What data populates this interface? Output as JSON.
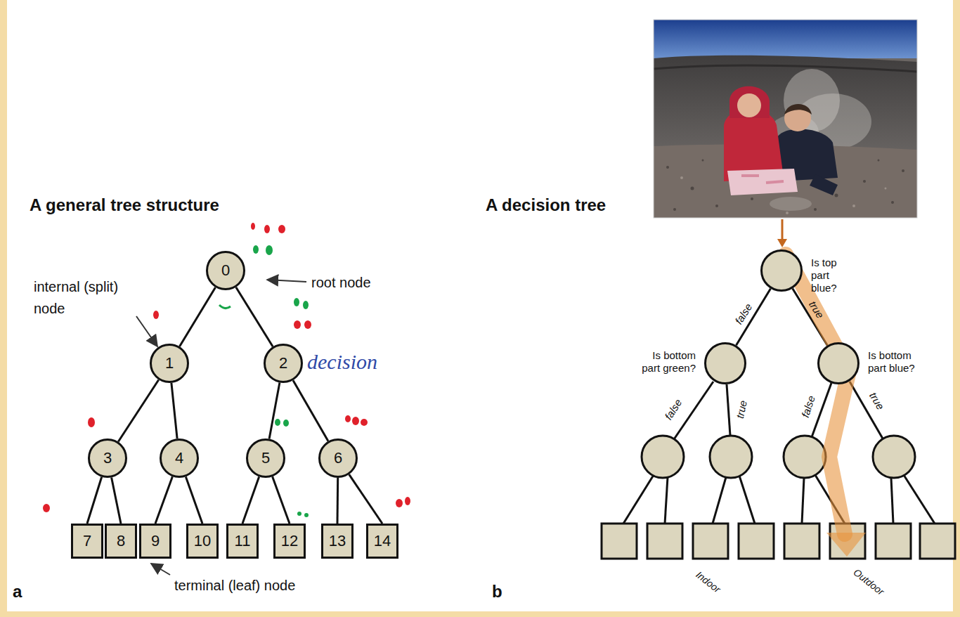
{
  "diagram": {
    "nodes": [
      {
        "text": [
          "0"
        ]
      },
      {
        "text": [
          "1"
        ]
      },
      {
        "text": [
          "2"
        ]
      },
      {
        "text": [
          "3"
        ]
      },
      {
        "text": [
          "4"
        ]
      },
      {
        "text": [
          "5"
        ]
      },
      {
        "text": [
          "6"
        ]
      },
      {
        "text": [
          "7"
        ]
      },
      {
        "text": [
          "8"
        ]
      },
      {
        "text": [
          "9"
        ]
      },
      {
        "text": [
          "10"
        ]
      },
      {
        "text": [
          "11"
        ]
      },
      {
        "text": [
          "12"
        ]
      },
      {
        "text": [
          "13"
        ]
      },
      {
        "text": [
          "14"
        ]
      },
      {
        "text": [
          "Is top part blue?"
        ]
      },
      {
        "text": [
          "Is bottom part green?"
        ]
      },
      {
        "text": [
          "Is bottom part blue?"
        ]
      }
    ],
    "edges": [
      {
        "from": 0,
        "to": 1,
        "arrow": "none"
      },
      {
        "from": 0,
        "to": 2,
        "arrow": "none"
      },
      {
        "from": 1,
        "to": 3,
        "arrow": "none"
      },
      {
        "from": 1,
        "to": 4,
        "arrow": "none"
      },
      {
        "from": 2,
        "to": 5,
        "arrow": "none"
      },
      {
        "from": 2,
        "to": 6,
        "arrow": "none"
      },
      {
        "from": 3,
        "to": 7,
        "arrow": "none"
      },
      {
        "from": 3,
        "to": 8,
        "arrow": "none"
      },
      {
        "from": 4,
        "to": 9,
        "arrow": "none"
      },
      {
        "from": 4,
        "to": 10,
        "arrow": "none"
      },
      {
        "from": 5,
        "to": 11,
        "arrow": "none"
      },
      {
        "from": 5,
        "to": 12,
        "arrow": "none"
      },
      {
        "from": 6,
        "to": 13,
        "arrow": "none"
      },
      {
        "from": 6,
        "to": 14,
        "arrow": "none"
      },
      {
        "from": 15,
        "to": 16,
        "label": "false",
        "arrow": "none"
      },
      {
        "from": 15,
        "to": 17,
        "label": "true",
        "arrow": "none"
      }
    ],
    "labels": [
      "A general tree structure",
      "A decision tree",
      "internal (split) node",
      "root node",
      "terminal (leaf) node",
      "decision",
      "false",
      "true",
      "false",
      "true",
      "Indoor",
      "Outdoor",
      "a",
      "b"
    ]
  }
}
